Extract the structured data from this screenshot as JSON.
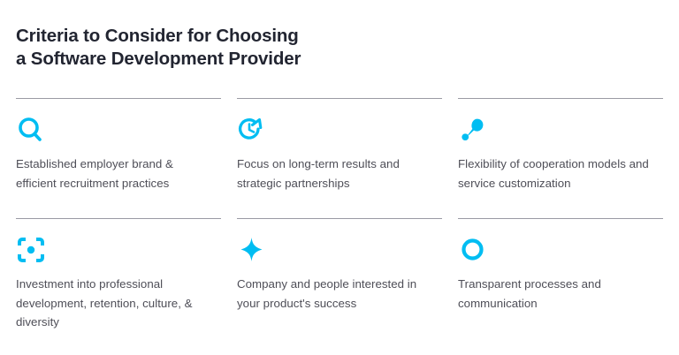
{
  "header": {
    "title_line_1": "Criteria to Consider for Choosing",
    "title_line_2": "a Software Development Provider",
    "title_color": "#222531"
  },
  "theme": {
    "accent_color": "#00bdf2",
    "text_color": "#4e4e57",
    "divider_color": "#9a9aa4",
    "background_color": "#ffffff"
  },
  "criteria": [
    {
      "icon": "magnifier-search-icon",
      "text": "Established employer brand & efficient recruitment practices"
    },
    {
      "icon": "clock-arrow-long-term-icon",
      "text": "Focus on long-term results and strategic partnerships"
    },
    {
      "icon": "flexibility-droplets-icon",
      "text": "Flexibility of cooperation models and service customization"
    },
    {
      "icon": "focus-frame-target-icon",
      "text": "Investment into professional development, retention, culture, & diversity"
    },
    {
      "icon": "four-point-sparkle-icon",
      "text": "Company and people interested in your product's success"
    },
    {
      "icon": "ring-circle-icon",
      "text": "Transparent processes and communication"
    }
  ]
}
